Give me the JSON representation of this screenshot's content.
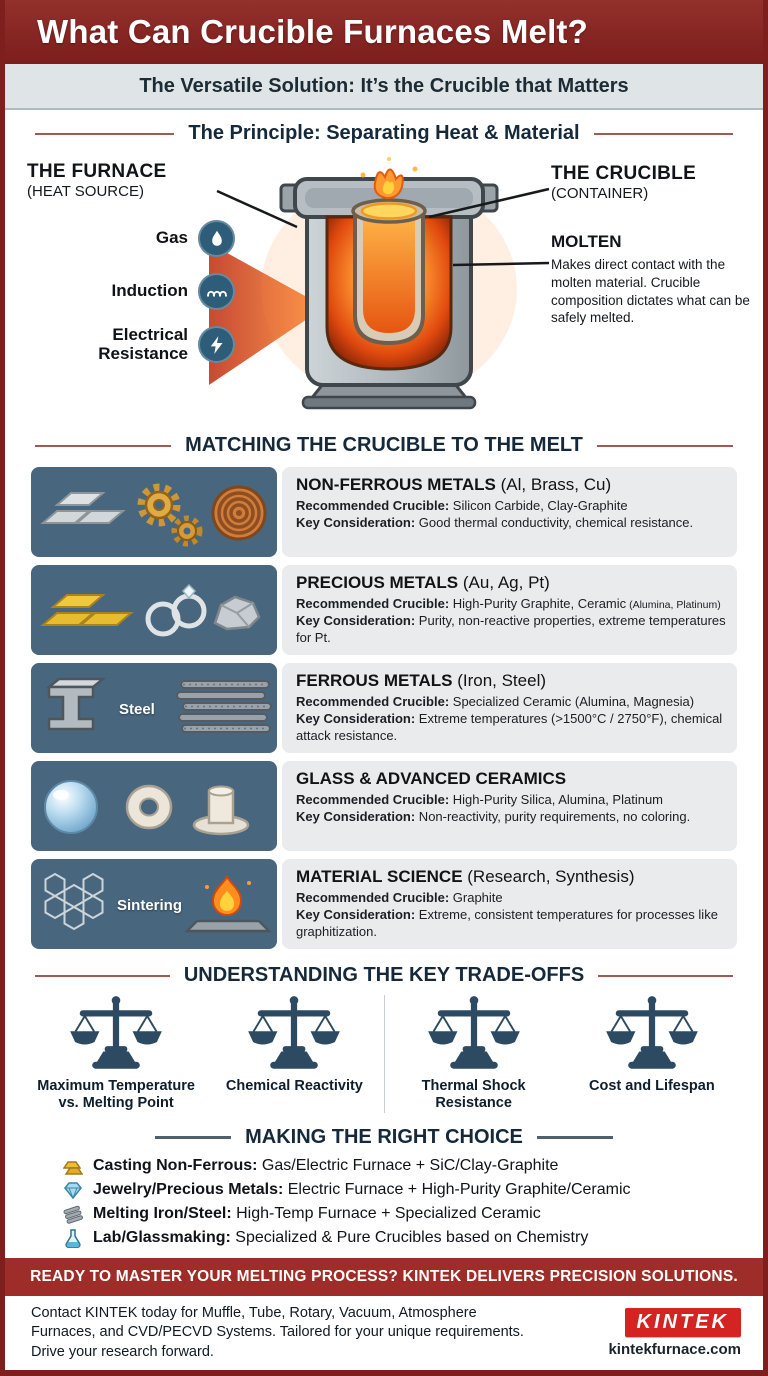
{
  "theme": {
    "accent_red": "#8c2522",
    "banner_red": "#9e2d29",
    "panel_blue": "#48677e",
    "navy": "#2c4b63",
    "logo_red": "#d42322",
    "molten_orange": "#f07b16",
    "panel_gray": "#e9ebed"
  },
  "header": {
    "title": "What Can Crucible Furnaces Melt?"
  },
  "subtitle": {
    "text": "The Versatile Solution: It’s the Crucible that Matters"
  },
  "principle": {
    "title": "The Principle: Separating Heat & Material",
    "furnace_label": "THE FURNACE",
    "furnace_sublabel": "(HEAT SOURCE)",
    "heat_sources": [
      {
        "label": "Gas",
        "icon": "flame-icon"
      },
      {
        "label": "Induction",
        "icon": "induction-coil-icon"
      },
      {
        "label": "Electrical Resistance",
        "icon": "lightning-bolt-icon"
      }
    ],
    "crucible_label": "THE CRUCIBLE",
    "crucible_sublabel": "(CONTAINER)",
    "molten_label": "MOLTEN",
    "molten_text": "Makes direct contact with the molten material. Crucible composition dictates what can be safely melted."
  },
  "matching": {
    "title": "MATCHING THE CRUCIBLE TO THE MELT",
    "labels": {
      "recommended": "Recommended Crucible:",
      "key": "Key Consideration:"
    },
    "rows": [
      {
        "name": "NON-FERROUS METALS",
        "qualifier": " (Al, Brass, Cu)",
        "recommended": " Silicon Carbide, Clay-Graphite",
        "recommended_small": "",
        "key": " Good thermal conductivity, chemical resistance.",
        "caption": "",
        "icons": [
          "silver-ingots-icon",
          "gears-icon",
          "copper-coil-icon"
        ]
      },
      {
        "name": "PRECIOUS METALS",
        "qualifier": " (Au, Ag, Pt)",
        "recommended": " High-Purity Graphite, Ceramic",
        "recommended_small": " (Alumina, Platinum)",
        "key": " Purity, non-reactive properties, extreme temperatures for Pt.",
        "caption": "",
        "icons": [
          "gold-bars-icon",
          "rings-icon",
          "silver-nugget-icon"
        ]
      },
      {
        "name": "FERROUS METALS",
        "qualifier": " (Iron, Steel)",
        "recommended": " Specialized Ceramic (Alumina, Magnesia)",
        "recommended_small": "",
        "key": " Extreme temperatures (>1500°C / 2750°F), chemical attack resistance.",
        "caption": "Steel",
        "icons": [
          "i-beam-icon",
          "steel-rods-icon"
        ]
      },
      {
        "name": "GLASS & ADVANCED CERAMICS",
        "qualifier": "",
        "recommended": " High-Purity Silica, Alumina, Platinum",
        "recommended_small": "",
        "key": " Non-reactivity, purity requirements, no coloring.",
        "caption": "",
        "icons": [
          "glass-sphere-icon",
          "ceramic-ring-icon",
          "ceramic-flange-icon"
        ]
      },
      {
        "name": "MATERIAL SCIENCE",
        "qualifier": " (Research, Synthesis)",
        "recommended": " Graphite",
        "recommended_small": "",
        "key": " Extreme, consistent temperatures for processes like graphitization.",
        "caption": "Sintering",
        "icons": [
          "graphene-lattice-icon",
          "sintering-flame-icon"
        ]
      }
    ]
  },
  "tradeoffs": {
    "title": "UNDERSTANDING THE KEY TRADE-OFFS",
    "icon": "balance-scale-icon",
    "items": [
      "Maximum Temperature vs. Melting Point",
      "Chemical Reactivity",
      "Thermal Shock Resistance",
      "Cost and Lifespan"
    ]
  },
  "choice": {
    "title": "MAKING THE RIGHT CHOICE",
    "items": [
      {
        "icon": "gold-ingot-icon",
        "bold": "Casting Non-Ferrous:",
        "text": " Gas/Electric Furnace + SiC/Clay-Graphite"
      },
      {
        "icon": "diamond-icon",
        "bold": "Jewelry/Precious Metals:",
        "text": " Electric Furnace + High-Purity Graphite/Ceramic"
      },
      {
        "icon": "metal-rods-icon",
        "bold": "Melting Iron/Steel:",
        "text": " High-Temp Furnace + Specialized Ceramic"
      },
      {
        "icon": "lab-flask-icon",
        "bold": "Lab/Glassmaking:",
        "text": " Specialized & Pure Crucibles based on Chemistry"
      }
    ]
  },
  "cta": {
    "text": "READY TO MASTER YOUR MELTING PROCESS? KINTEK DELIVERS PRECISION SOLUTIONS."
  },
  "footer": {
    "text": "Contact KINTEK today for Muffle, Tube, Rotary, Vacuum, Atmosphere Furnaces, and CVD/PECVD Systems. Tailored for your unique requirements. Drive your research forward.",
    "logo": "KINTEK",
    "website": "kintekfurnace.com"
  }
}
